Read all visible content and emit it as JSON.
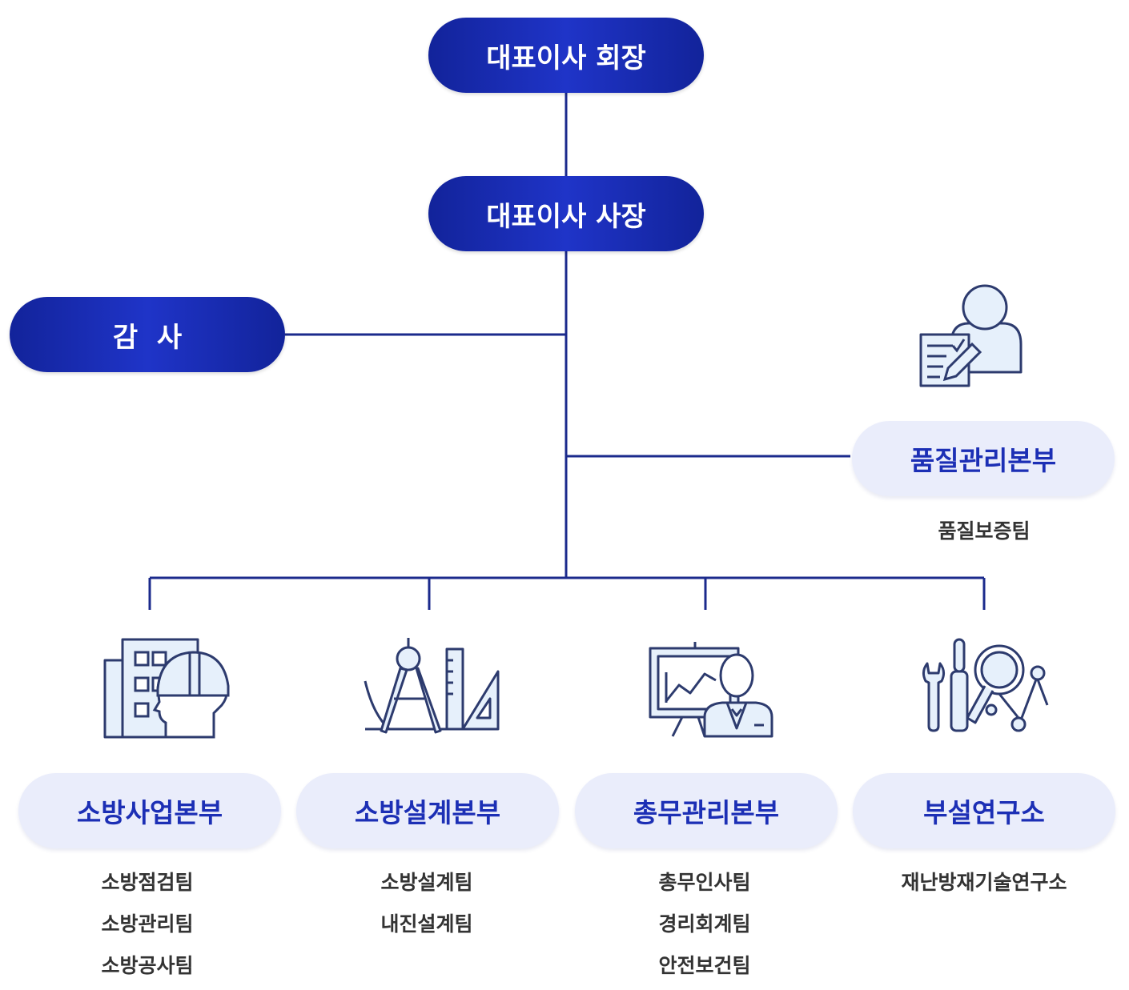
{
  "chairman": {
    "label": "대표이사 회장"
  },
  "president": {
    "label": "대표이사 사장"
  },
  "auditor": {
    "label": "감  사"
  },
  "quality": {
    "label": "품질관리본부",
    "teams": [
      "품질보증팀"
    ]
  },
  "divisions": [
    {
      "label": "소방사업본부",
      "icon": "engineer-building-icon",
      "teams": [
        "소방점검팀",
        "소방관리팀",
        "소방공사팀"
      ]
    },
    {
      "label": "소방설계본부",
      "icon": "drafting-tools-icon",
      "teams": [
        "소방설계팀",
        "내진설계팀"
      ]
    },
    {
      "label": "총무관리본부",
      "icon": "presenter-chart-icon",
      "teams": [
        "총무인사팀",
        "경리회계팀",
        "안전보건팀"
      ]
    },
    {
      "label": "부설연구소",
      "icon": "research-tools-icon",
      "teams": [
        "재난방재기술연구소"
      ]
    }
  ],
  "colors": {
    "dark_pill": "#1a2dbd",
    "light_pill": "#eaedfb",
    "line": "#1b2a8c",
    "icon_stroke": "#2d3b6e",
    "icon_fill": "#e6f0fb"
  }
}
